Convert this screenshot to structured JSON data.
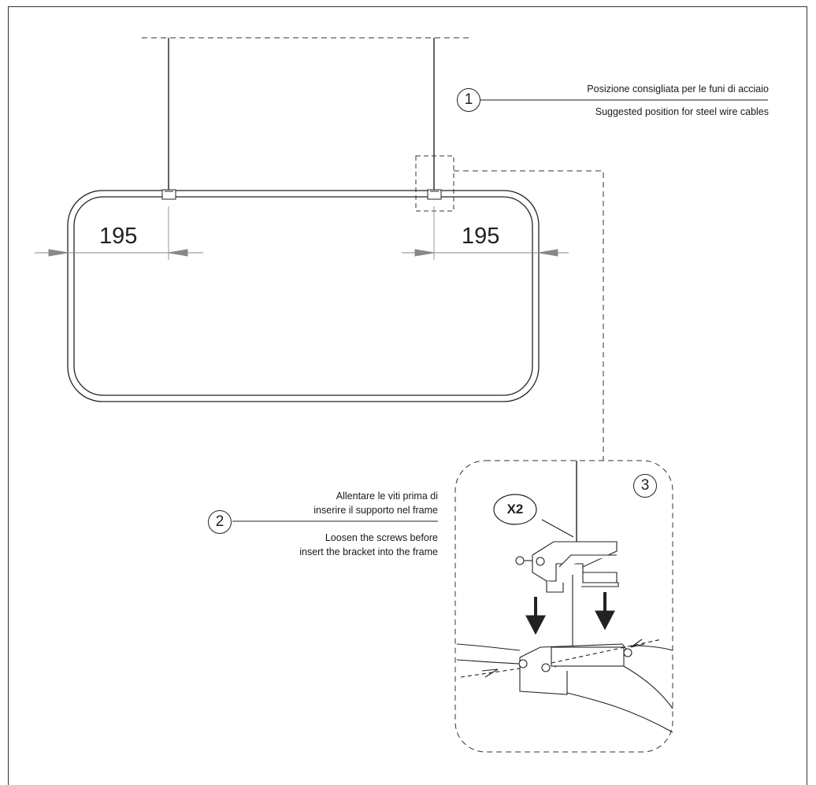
{
  "callouts": [
    {
      "number": "1",
      "line1": "Posizione consigliata per le funi di acciaio",
      "line2": "Suggested position for steel wire cables"
    },
    {
      "number": "2",
      "it_line1": "Allentare le viti prima di",
      "it_line2": "inserire il supporto nel frame",
      "en_line1": "Loosen the screws before",
      "en_line2": "insert the bracket into the frame"
    },
    {
      "number": "3"
    }
  ],
  "dimensions": {
    "left": "195",
    "right": "195"
  },
  "quantity": "X2"
}
